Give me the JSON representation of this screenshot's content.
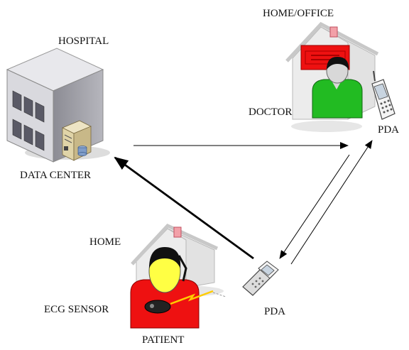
{
  "labels": {
    "hospital": "HOSPITAL",
    "data_center": "DATA CENTER",
    "home_office": "HOME/OFFICE",
    "doctor": "DOCTOR",
    "pda_doctor": "PDA",
    "home_patient": "HOME",
    "ecg_sensor": "ECG SENSOR",
    "patient": "PATIENT",
    "pda_patient": "PDA"
  },
  "colors": {
    "doctor_shirt": "#22bb22",
    "patient_shirt": "#ee1111",
    "face": "#ffff44",
    "roof_sign": "#ee1111",
    "house": "#eeeeee",
    "building": "#c8c8cc",
    "arrow": "#000000"
  },
  "icons": {
    "hospital": "building-icon",
    "server": "server-icon",
    "doctor_home": "house-icon",
    "doctor_pda": "pda-phone-icon",
    "patient_home": "house-icon",
    "patient_pda": "pda-phone-icon",
    "sensor": "ecg-sensor-icon"
  }
}
